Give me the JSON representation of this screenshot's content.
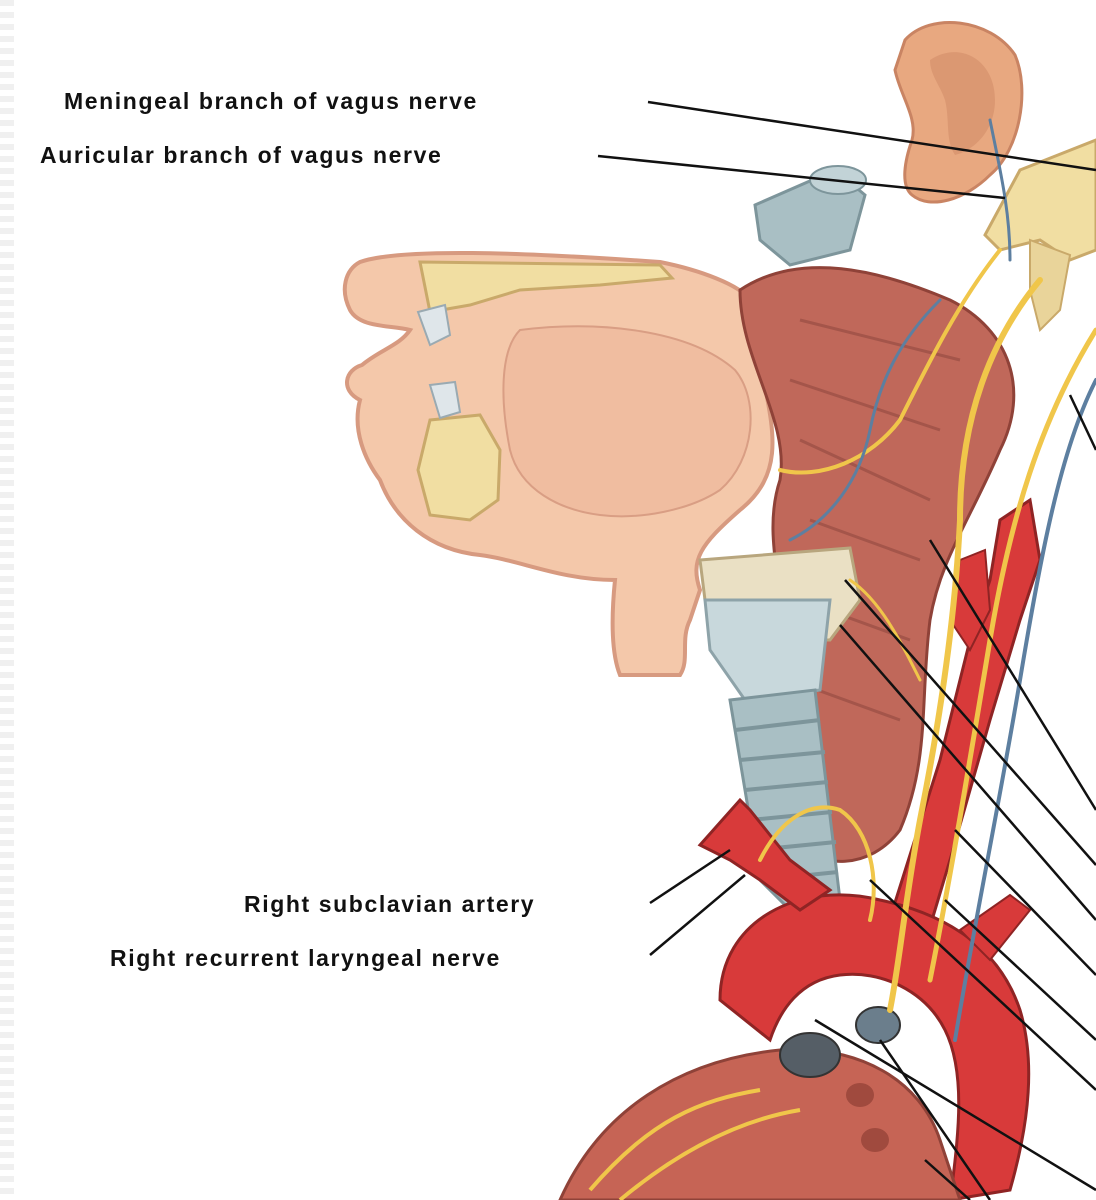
{
  "diagram": {
    "labels": [
      "Meningeal branch of vagus nerve",
      "Auricular branch of vagus nerve",
      "Right subclavian artery",
      "Right recurrent laryngeal nerve"
    ],
    "colors": {
      "skin": "#f3c5a8",
      "skin_outline": "#d79a80",
      "bone": "#f1dea2",
      "muscle": "#c0685a",
      "artery": "#d83a3a",
      "vein": "#5d7fa0",
      "nerve": "#f0c64a",
      "cartilage": "#a9bfc4",
      "leader": "#111111"
    }
  }
}
